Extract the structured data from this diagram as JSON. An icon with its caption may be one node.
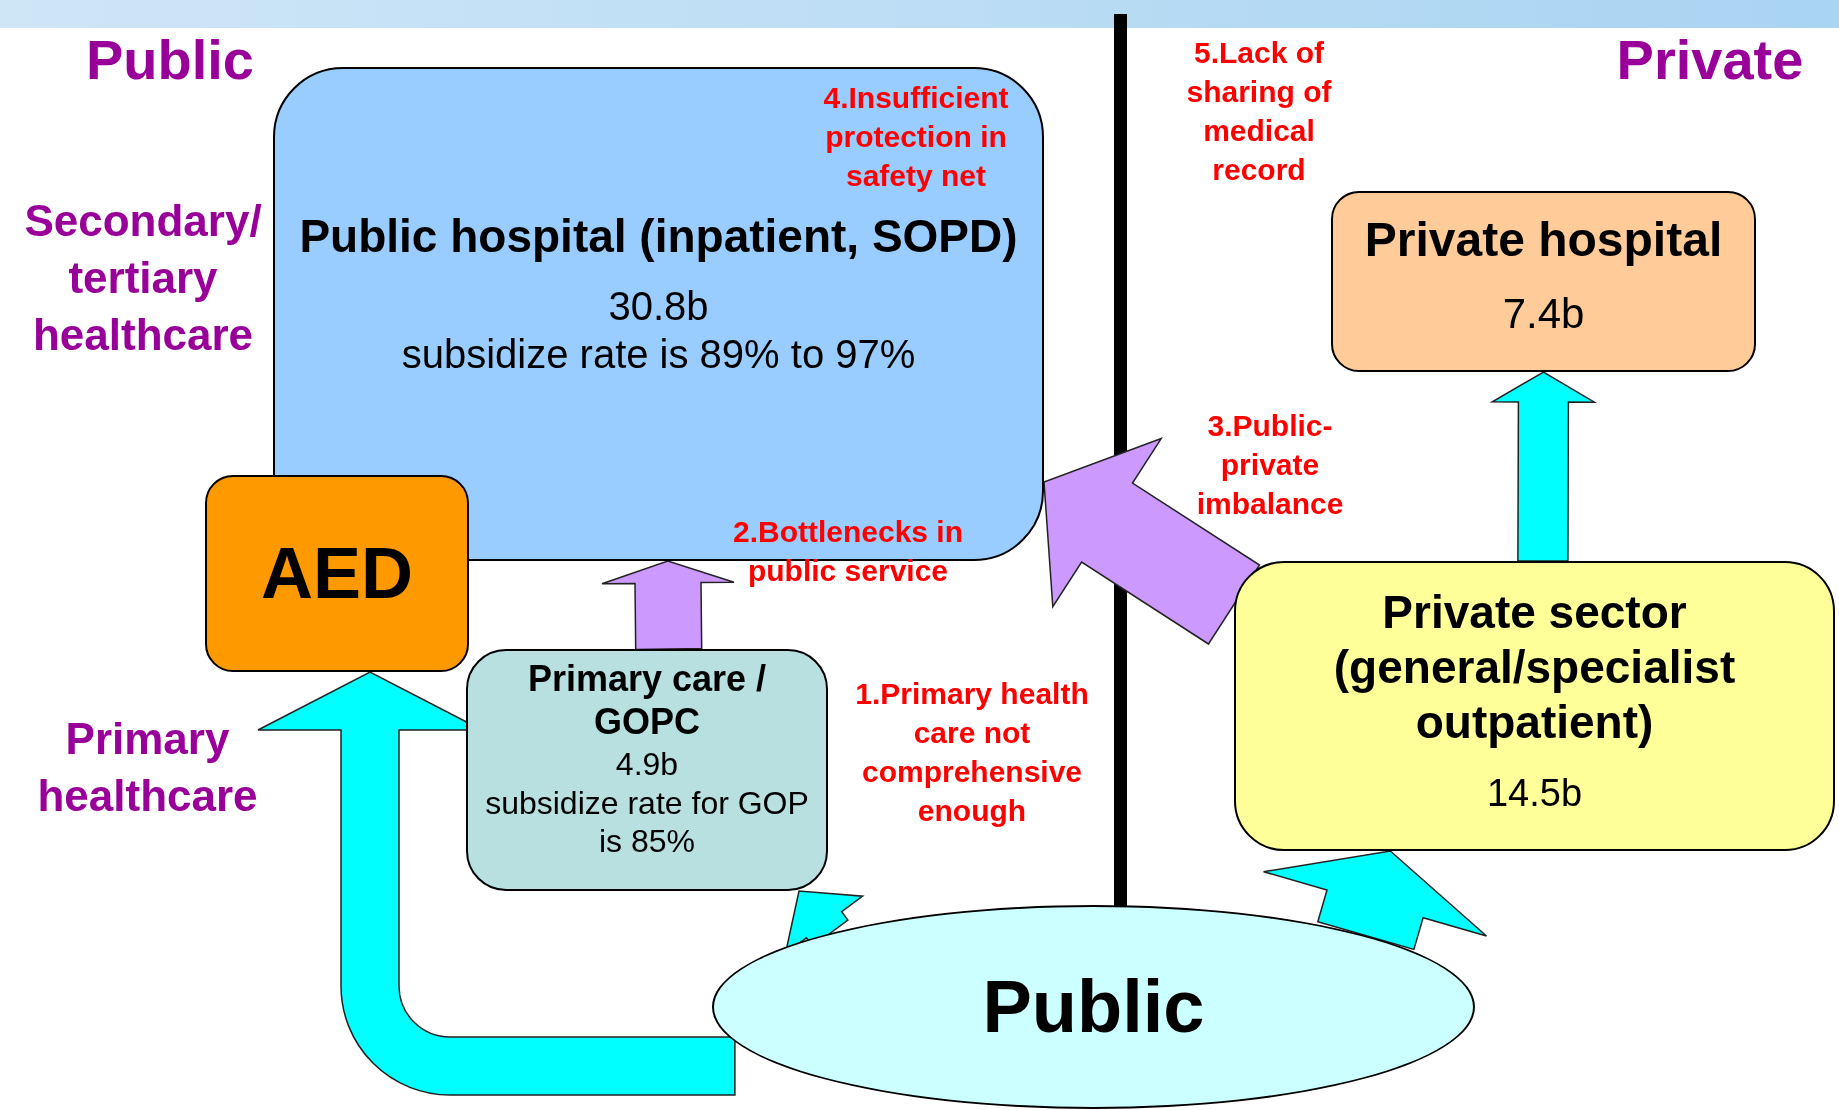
{
  "diagram": {
    "nodes": [
      {
        "text": [
          "Public hospital (inpatient, SOPD)",
          "30.8b",
          "subsidize rate is 89% to 97%"
        ]
      },
      {
        "text": [
          "AED"
        ]
      },
      {
        "text": [
          "Primary care / GOPC",
          "4.9b",
          "subsidize rate for GOP is 85%"
        ]
      },
      {
        "text": [
          "Private hospital",
          "7.4b"
        ]
      },
      {
        "text": [
          "Private sector (general/specialist outpatient)",
          "14.5b"
        ]
      },
      {
        "text": [
          "Public"
        ]
      }
    ],
    "edges": [
      {
        "from": 5,
        "to": 2,
        "arrow": "to"
      },
      {
        "from": 5,
        "to": 4,
        "arrow": "to"
      },
      {
        "from": 5,
        "to": 1,
        "arrow": "to"
      },
      {
        "from": 2,
        "to": 0,
        "arrow": "to",
        "color": "#cc99ff"
      },
      {
        "from": 4,
        "to": 0,
        "arrow": "to",
        "color": "#cc99ff"
      },
      {
        "from": 4,
        "to": 3,
        "arrow": "to"
      }
    ],
    "labels": [
      "Public",
      "5.Lack of sharing of medical record",
      "Private",
      "4.Insufficient protection in safety net",
      "Secondary/ tertiary healthcare",
      "3.Public-private imbalance",
      "2.Bottlenecks in public service",
      "1.Primary health care not comprehensive enough",
      "Primary healthcare"
    ]
  }
}
